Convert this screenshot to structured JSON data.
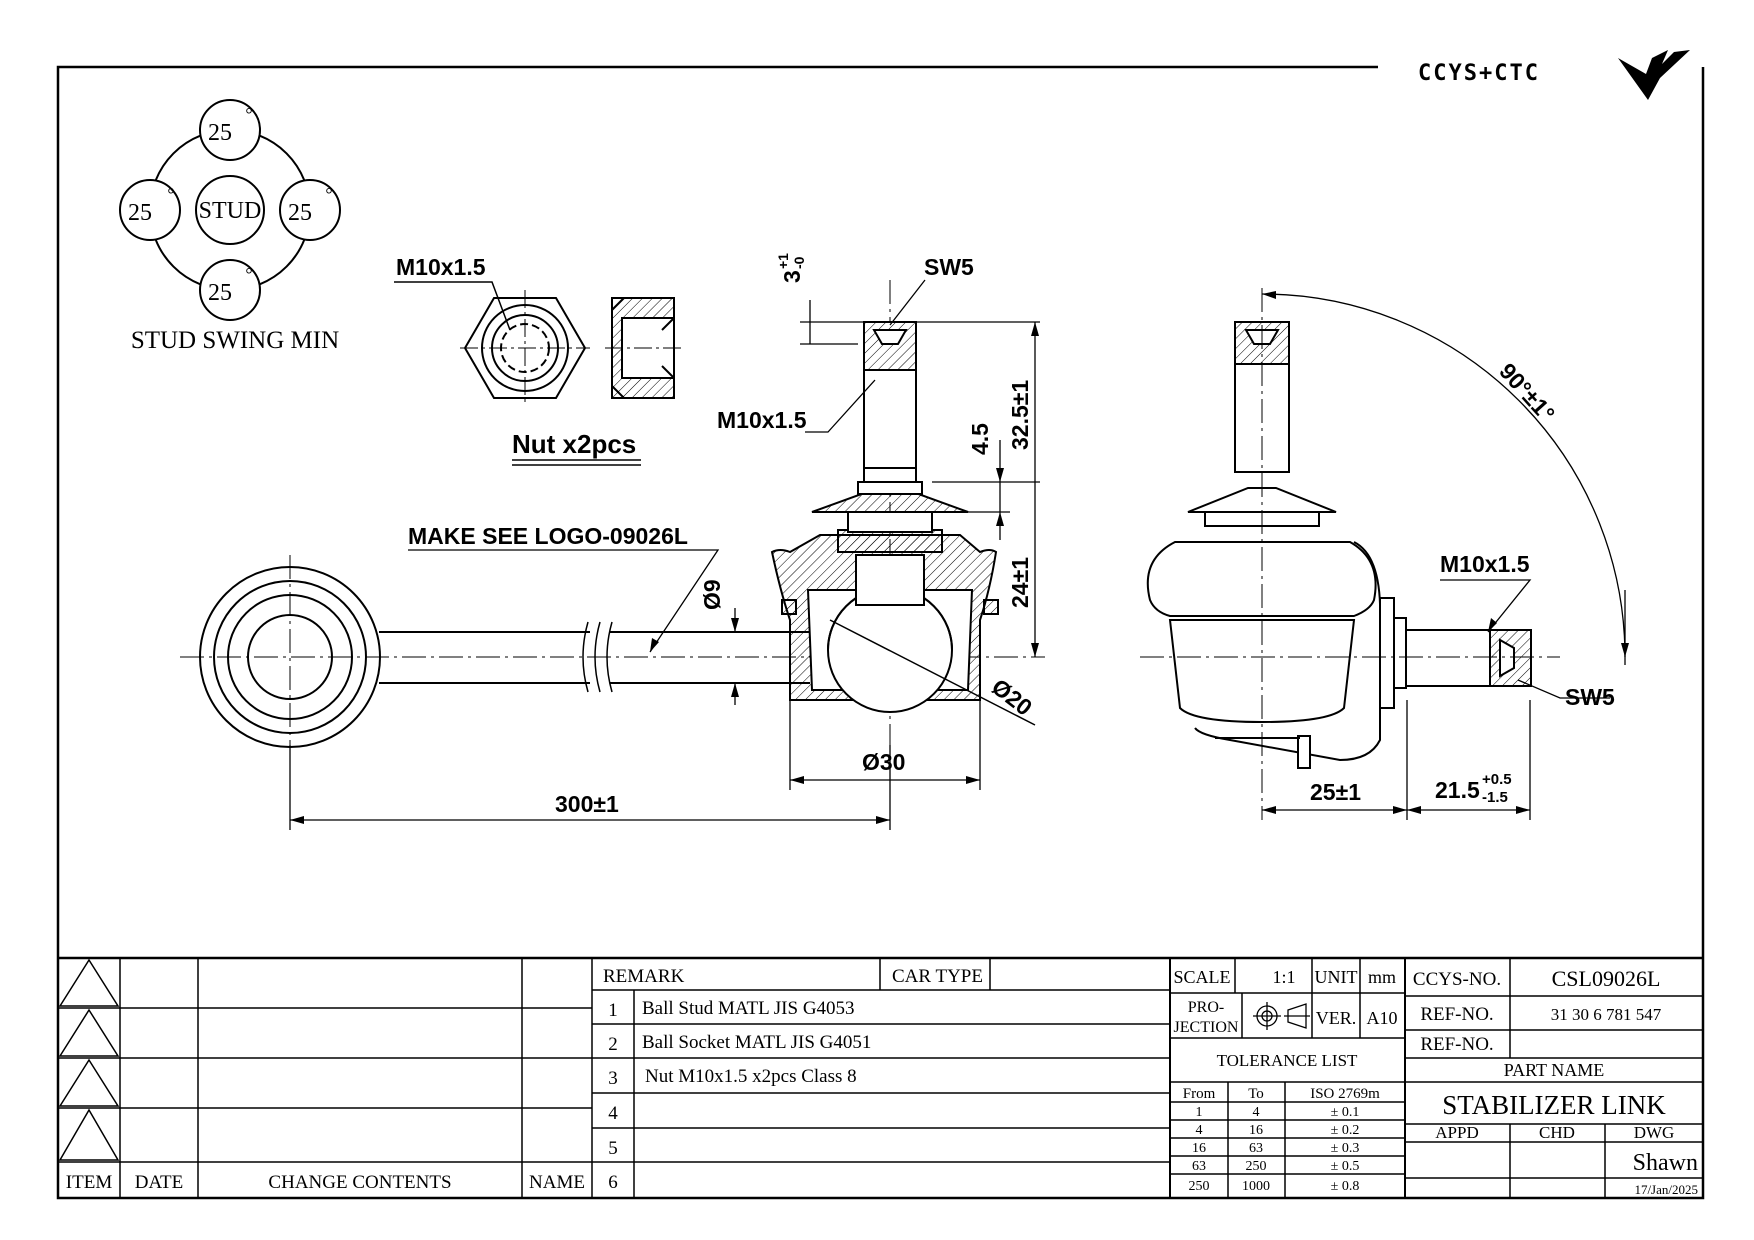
{
  "logo": {
    "text": "CCYS+CTC"
  },
  "stud_swing": {
    "center": "STUD",
    "angles": [
      "25",
      "25",
      "25",
      "25"
    ],
    "degree_mark": "°",
    "caption": "STUD SWING MIN"
  },
  "nut": {
    "thread": "M10x1.5",
    "caption": "Nut x2pcs"
  },
  "dimensions": {
    "make_see_logo": "MAKE SEE LOGO-09026L",
    "stud_thread": "M10x1.5",
    "sw5_top": "SW5",
    "tol_top_base": "3",
    "tol_top_sup": "+1",
    "tol_top_sub": "-0",
    "d_4_5": "4.5",
    "d_32_5": "32.5±1",
    "d_24": "24±1",
    "d_phi9": "Ø9",
    "d_phi20": "Ø20",
    "d_phi30": "Ø30",
    "d_300": "300±1",
    "angle_90": "90°±1°",
    "side_thread": "M10x1.5",
    "sw5_side": "SW5",
    "d_25": "25±1",
    "d_21_5_base": "21.5",
    "d_21_5_sup": "+0.5",
    "d_21_5_sub": "-1.5"
  },
  "title_block": {
    "change_headers": [
      "ITEM",
      "DATE",
      "CHANGE CONTENTS",
      "NAME"
    ],
    "remark_label": "REMARK",
    "car_type_label": "CAR TYPE",
    "remarks": [
      {
        "no": "1",
        "text": "Ball Stud MATL JIS G4053"
      },
      {
        "no": "2",
        "text": "Ball Socket MATL JIS G4051"
      },
      {
        "no": "3",
        "text": "Nut M10x1.5 x2pcs Class 8"
      },
      {
        "no": "4",
        "text": ""
      },
      {
        "no": "5",
        "text": ""
      },
      {
        "no": "6",
        "text": ""
      }
    ],
    "scale_label": "SCALE",
    "scale_value": "1:1",
    "unit_label": "UNIT",
    "unit_value": "mm",
    "projection_label_1": "PRO-",
    "projection_label_2": "JECTION",
    "ver_label": "VER.",
    "ver_value": "A10",
    "tolerance_title": "TOLERANCE LIST",
    "tolerance_headers": [
      "From",
      "To",
      "ISO 2769m"
    ],
    "tolerance_rows": [
      [
        "1",
        "4",
        "± 0.1"
      ],
      [
        "4",
        "16",
        "± 0.2"
      ],
      [
        "16",
        "63",
        "± 0.3"
      ],
      [
        "63",
        "250",
        "± 0.5"
      ],
      [
        "250",
        "1000",
        "± 0.8"
      ]
    ],
    "ccys_no_label": "CCYS-NO.",
    "ccys_no_value": "CSL09026L",
    "ref_no_label": "REF-NO.",
    "ref_no_value": "31 30 6 781 547",
    "ref_no2_label": "REF-NO.",
    "ref_no2_value": "",
    "part_name_label": "PART NAME",
    "part_name_value": "STABILIZER LINK",
    "appd_label": "APPD",
    "chd_label": "CHD",
    "dwg_label": "DWG",
    "drawn_by": "Shawn",
    "date": "17/Jan/2025"
  }
}
